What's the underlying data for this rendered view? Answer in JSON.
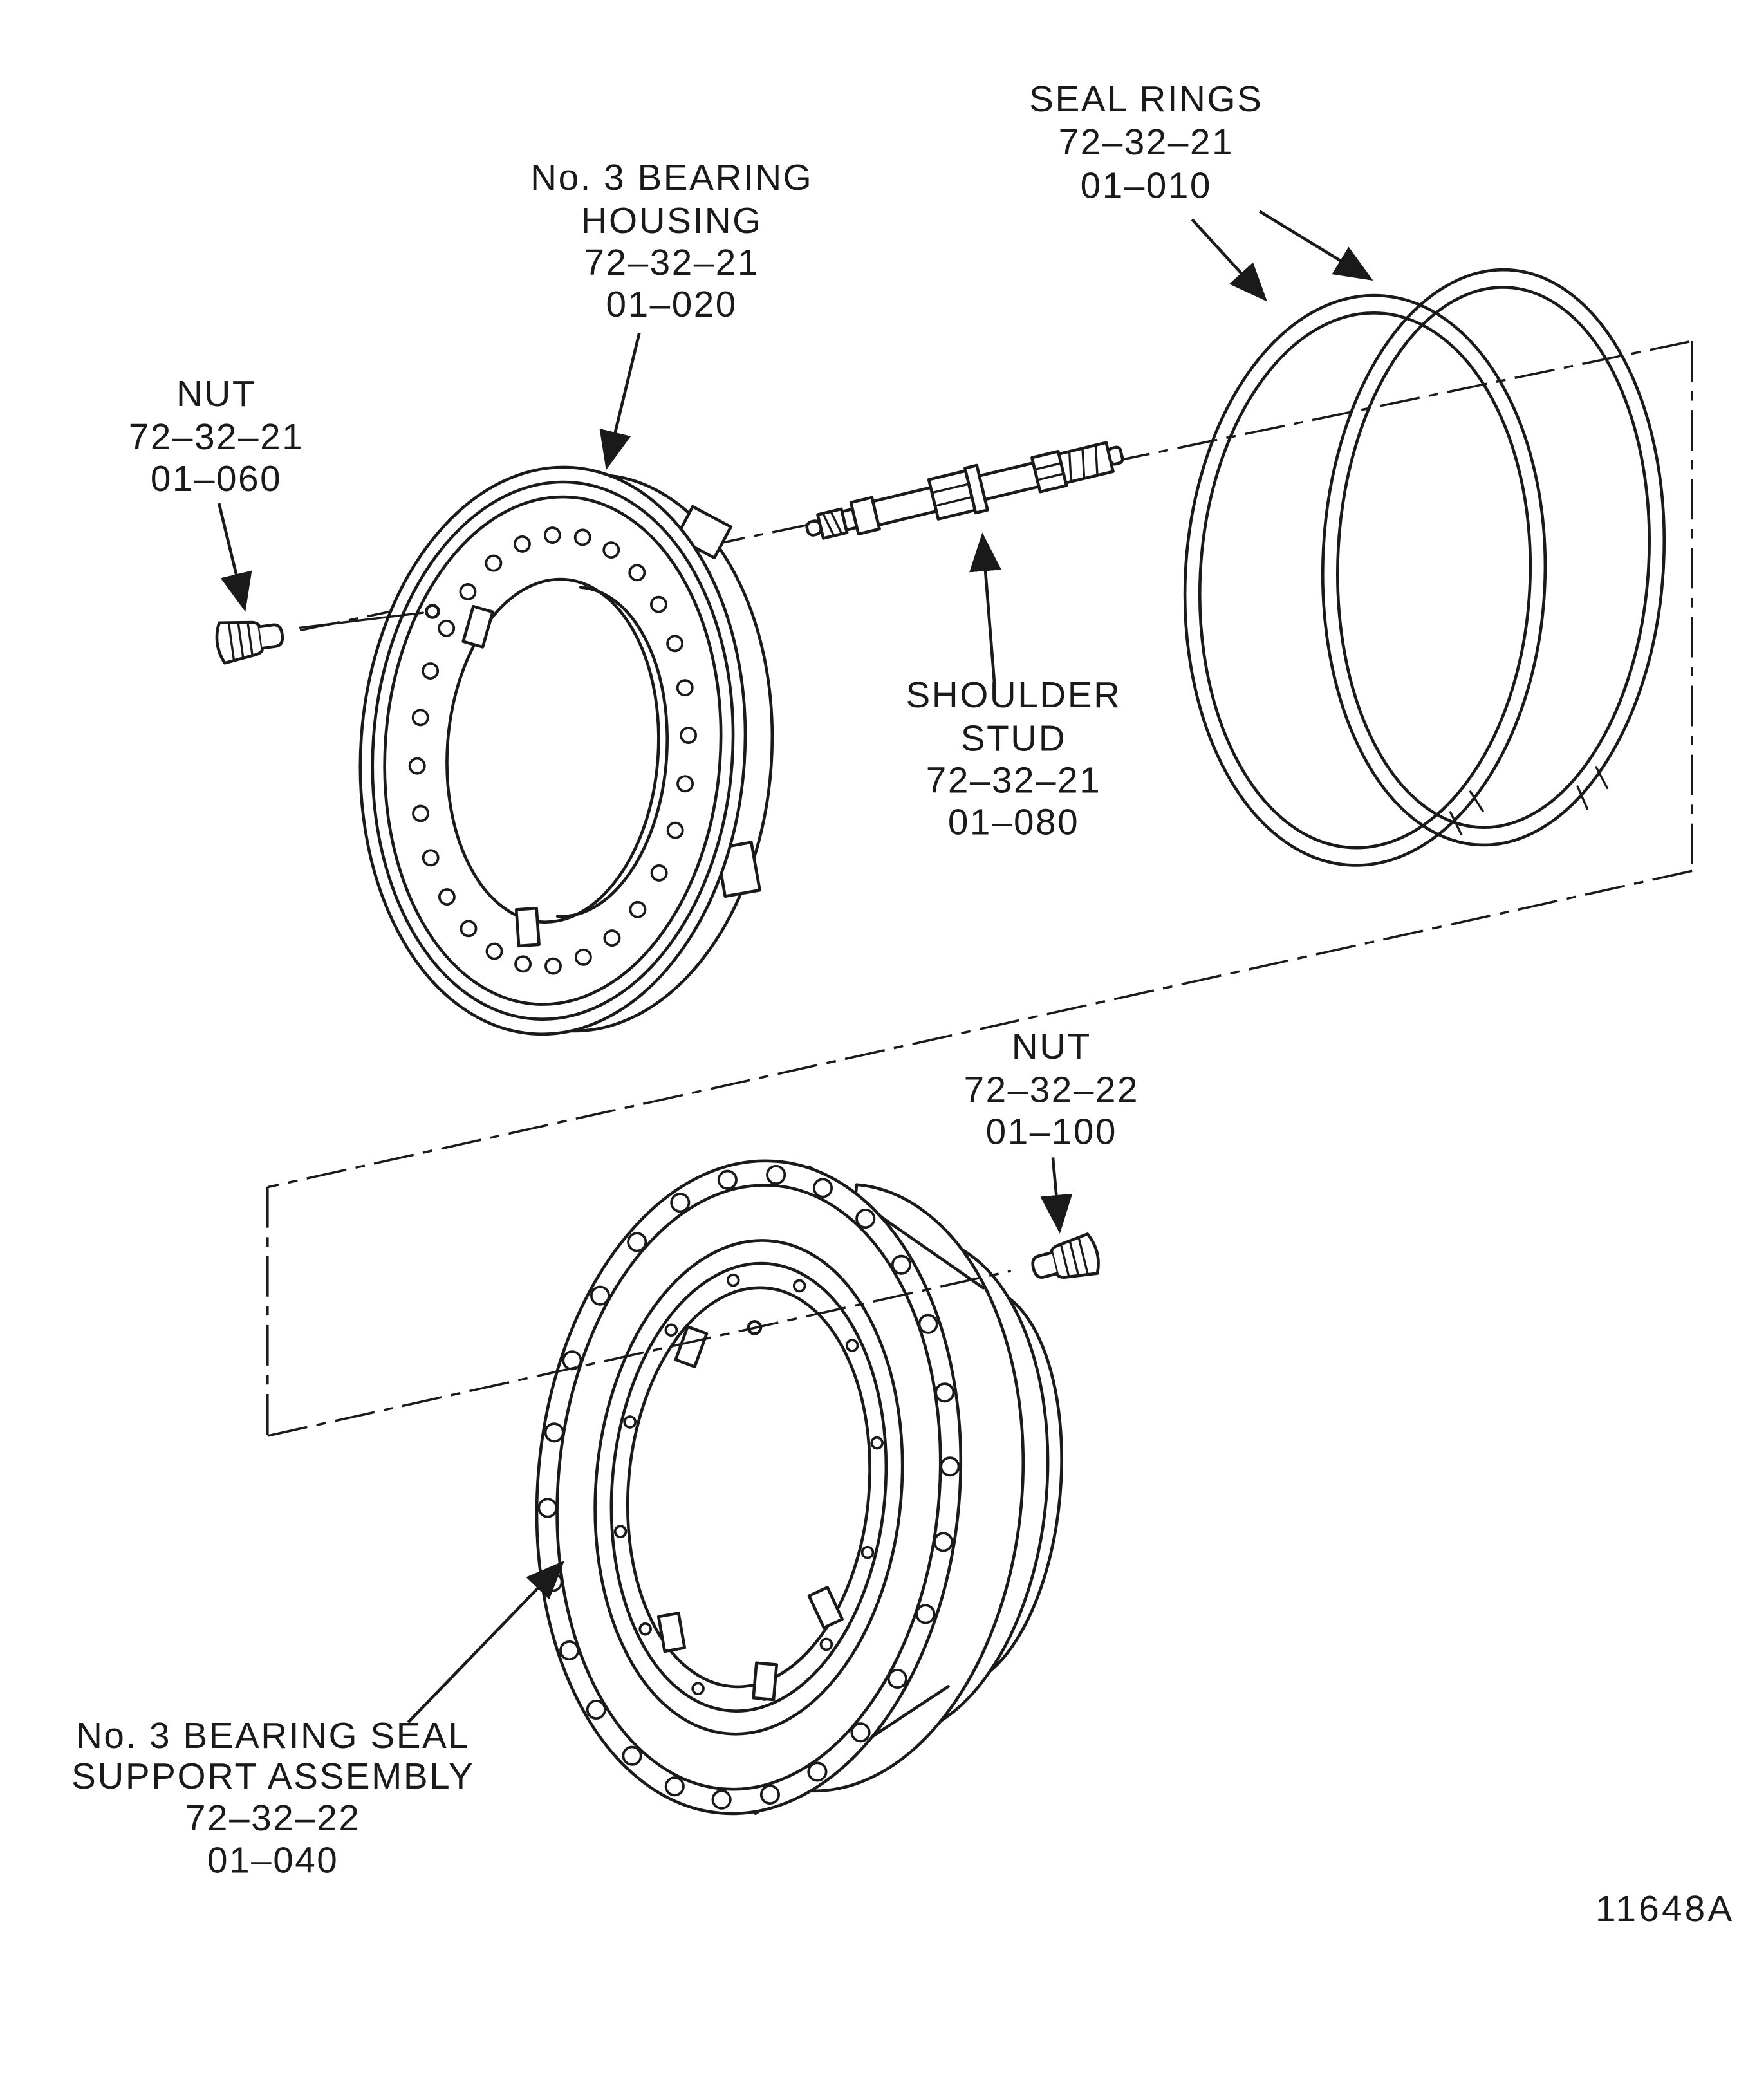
{
  "figure": {
    "number": "11648A"
  },
  "colors": {
    "ink": "#1a1a1a",
    "paper": "#ffffff"
  },
  "labels": {
    "seal_rings": {
      "part": "seal-rings",
      "lines": [
        "SEAL RINGS",
        "72–32–21",
        "01–010"
      ]
    },
    "bearing_housing": {
      "part": "no-3-bearing-housing",
      "lines": [
        "No. 3 BEARING",
        "HOUSING",
        "72–32–21",
        "01–020"
      ]
    },
    "nut_upper": {
      "part": "nut-upper",
      "lines": [
        "NUT",
        "72–32–21",
        "01–060"
      ]
    },
    "shoulder_stud": {
      "part": "shoulder-stud",
      "lines": [
        "SHOULDER",
        "STUD",
        "72–32–21",
        "01–080"
      ]
    },
    "nut_lower": {
      "part": "nut-lower",
      "lines": [
        "NUT",
        "72–32–22",
        "01–100"
      ]
    },
    "seal_support": {
      "part": "no-3-bearing-seal-support",
      "lines": [
        "No. 3 BEARING SEAL",
        "SUPPORT ASSEMBLY",
        "72–32–22",
        "01–040"
      ]
    }
  }
}
